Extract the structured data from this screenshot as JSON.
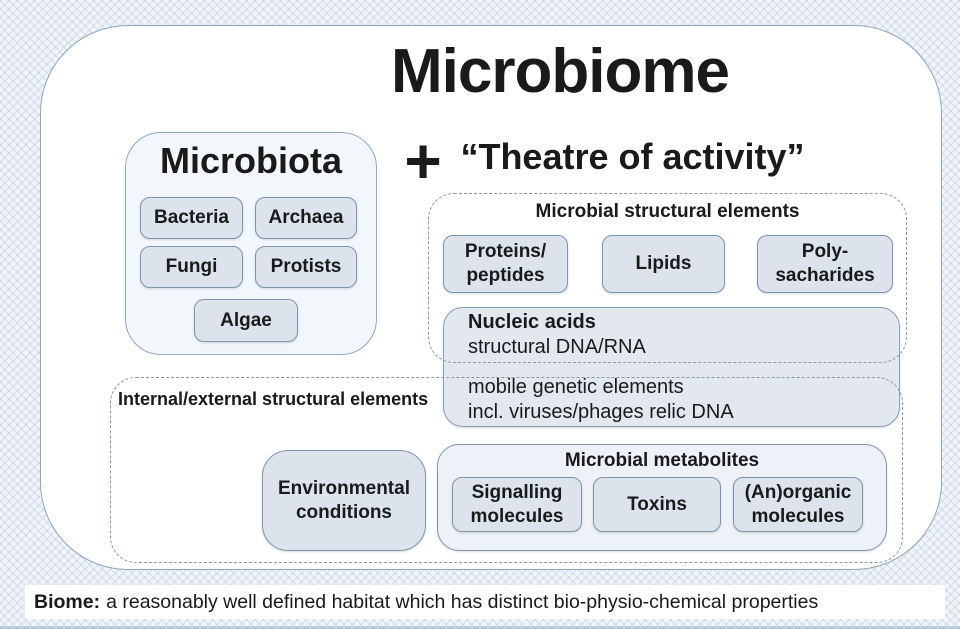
{
  "title": "Microbiome",
  "operator_plus": "+",
  "microbiota": {
    "title": "Microbiota",
    "members": [
      "Bacteria",
      "Archaea",
      "Fungi",
      "Protists",
      "Algae"
    ]
  },
  "theatre_title": "“Theatre of activity”",
  "structural": {
    "title": "Microbial structural elements",
    "box_proteins": "Proteins/\npeptides",
    "box_lipids": "Lipids",
    "box_poly": "Poly-\nsacharides",
    "nucleic_title": "Nucleic acids",
    "nucleic_sub": "structural DNA/RNA",
    "mobile_line1": "mobile genetic elements",
    "mobile_line2": "incl. viruses/phages relic DNA"
  },
  "internal_external": {
    "title": "Internal/external structural elements",
    "box_environment": "Environmental\nconditions"
  },
  "metabolites": {
    "title": "Microbial metabolites",
    "box_signalling": "Signalling\nmolecules",
    "box_toxins": "Toxins",
    "box_anorganic": "(An)organic\nmolecules"
  },
  "footer": {
    "term": "Biome:",
    "definition": "a reasonably well defined habitat which has distinct bio-physio-chemical properties"
  },
  "colors": {
    "background_pattern": "#dfe7f0",
    "panel_border": "#8ea6bd",
    "box_fill": "#dde3ec",
    "box_border": "#7e95ac",
    "group_fill": "#f3f7fb",
    "nucleic_fill": "#e3e8ef",
    "metabolites_fill": "#eef2f8",
    "dashed_border": "#8b98a6",
    "text": "#1a1a1a"
  }
}
